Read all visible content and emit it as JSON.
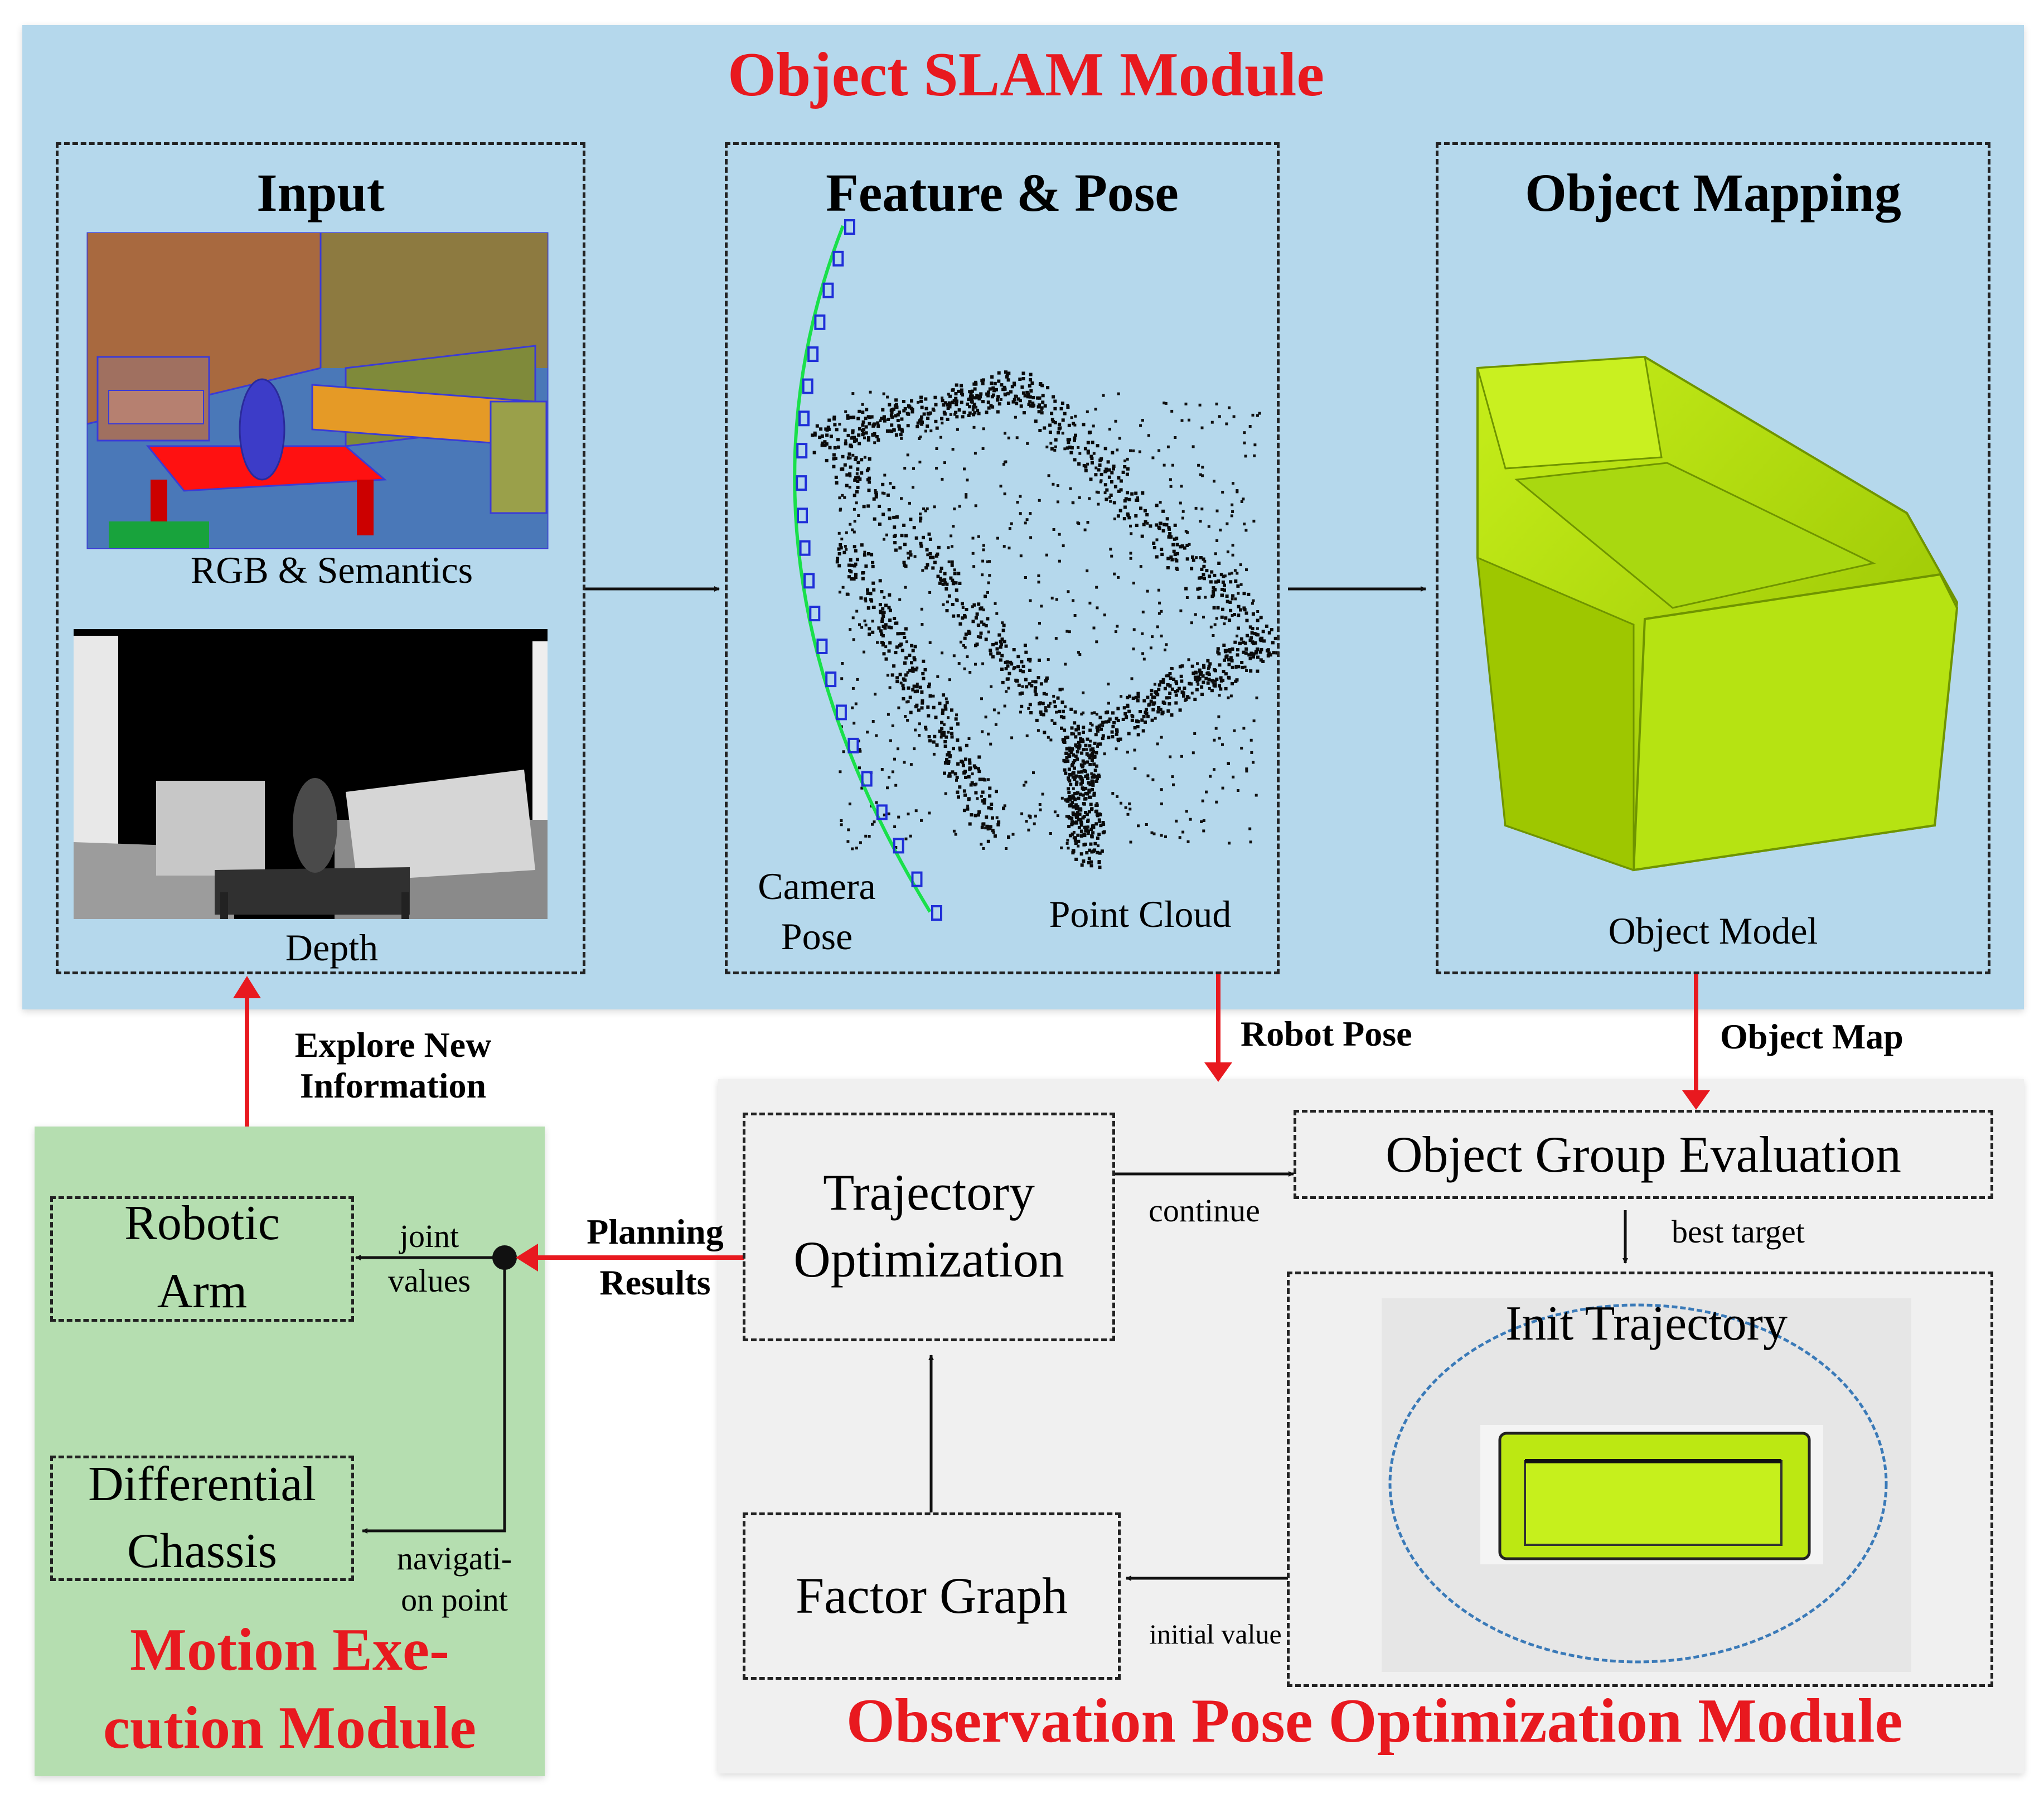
{
  "slam": {
    "title": "Object SLAM Module",
    "input": {
      "title": "Input",
      "rgb_caption": "RGB & Semantics",
      "depth_caption": "Depth"
    },
    "feature": {
      "title": "Feature & Pose",
      "camera_pose": [
        "Camera",
        "Pose"
      ],
      "point_cloud": "Point Cloud"
    },
    "mapping": {
      "title": "Object Mapping",
      "model_caption": "Object Model"
    }
  },
  "links": {
    "robot_pose": "Robot Pose",
    "object_map": "Object Map",
    "explore": [
      "Explore New",
      "Information"
    ],
    "planning": [
      "Planning",
      "Results"
    ]
  },
  "motion": {
    "title": [
      "Motion Exe-",
      "cution Module"
    ],
    "robotic_arm": [
      "Robotic",
      "Arm"
    ],
    "chassis": [
      "Differential",
      "Chassis"
    ],
    "joint_values": [
      "joint",
      "values"
    ],
    "navigation_point": [
      "navigati-",
      "on point"
    ]
  },
  "optim": {
    "title": "Observation Pose Optimization Module",
    "trajectory_opt": [
      "Trajectory",
      "Optimization"
    ],
    "object_group_eval": "Object Group Evaluation",
    "best_target": "best target",
    "continue": "continue",
    "init_trajectory": "Init Trajectory",
    "factor_graph": "Factor Graph",
    "initial_value": "initial value"
  },
  "colors": {
    "slam_bg": "#b5d8ec",
    "motion_bg": "#b5deb0",
    "optim_bg": "#f0f0f0",
    "accent_red": "#e8191f",
    "sofa_green": "#b8e400"
  }
}
